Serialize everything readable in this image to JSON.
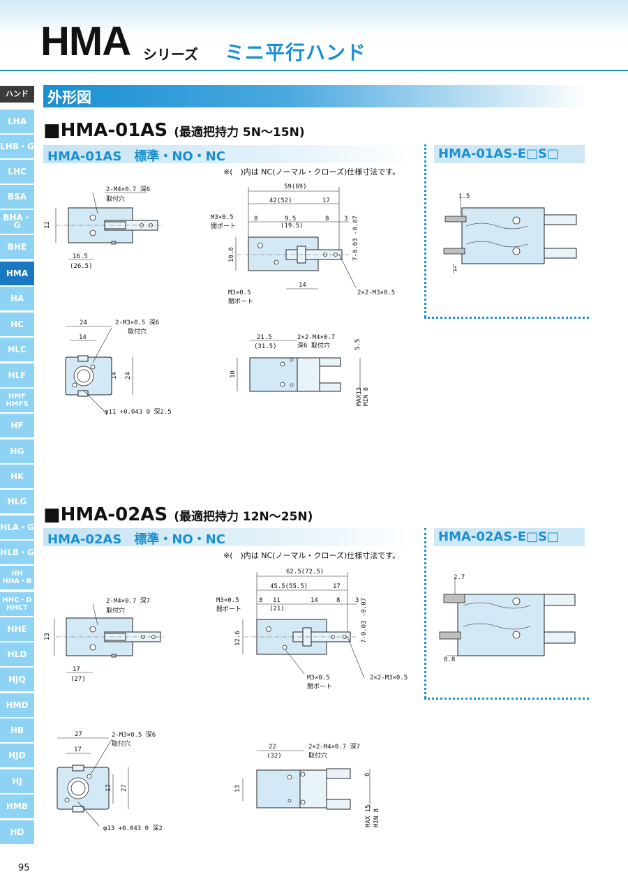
{
  "header": {
    "model": "HMA",
    "series": "シリーズ",
    "subtitle": "ミニ平行ハンド"
  },
  "sidebar": {
    "category": "ハンド",
    "items": [
      "LHA",
      "LHB・G",
      "LHC",
      "BSA",
      "BHA・G",
      "BHE",
      "HMA",
      "HA",
      "HC",
      "HLC",
      "HLF",
      "HMF HMFS",
      "HF",
      "HG",
      "HK",
      "HLG",
      "HLA・G",
      "HLB・G",
      "HH HHA・B",
      "HHC・D HHCT",
      "HHE",
      "HLD",
      "HJQ",
      "HMD",
      "HB",
      "HJD",
      "HJ",
      "HMB",
      "HD"
    ],
    "active": "HMA"
  },
  "section_title": "外形図",
  "models": [
    {
      "heading": "■HMA-01AS",
      "heading_note": "(最適把持力 5N〜15N)",
      "std_label": "HMA-01AS　標準・NO・NC",
      "opt_label": "HMA-01AS-E□S□",
      "note": "※(　)内は NC(ノーマル・クローズ)仕様寸法です。",
      "dims": {
        "top_a": "2-M4×0.7 深6",
        "top_a2": "取付穴",
        "top_h": "12",
        "top_w1": "16.5",
        "top_w2": "(26.5)",
        "side_total": "59(69)",
        "side_42": "42(52)",
        "side_17": "17",
        "side_8a": "8",
        "side_95": "9.5",
        "side_195": "(19.5)",
        "side_8b": "8",
        "side_3": "3",
        "side_h": "10.6",
        "side_14": "14",
        "side_tol": "7-0.03 -0.07",
        "port_open": "M3×0.5",
        "port_open2": "開ポート",
        "port_close": "M3×0.5",
        "port_close2": "閉ポート",
        "side_tap": "2×2-M3×0.5",
        "end_24": "24",
        "end_14": "14",
        "end_14v": "14",
        "end_24v": "24",
        "end_tap": "2-M3×0.5 深6",
        "end_tap2": "取付穴",
        "end_bore": "φ11 +0.043 0 深2.5",
        "bot_215": "21.5",
        "bot_315": "(31.5)",
        "bot_tap": "2×2-M4×0.7",
        "bot_tap2": "深6 取付穴",
        "bot_55": "5.5",
        "bot_10": "10",
        "bot_max": "MAX13",
        "bot_min": "MIN 8",
        "opt_15": "1.5",
        "opt_1": "1"
      }
    },
    {
      "heading": "■HMA-02AS",
      "heading_note": "(最適把持力 12N〜25N)",
      "std_label": "HMA-02AS　標準・NO・NC",
      "opt_label": "HMA-02AS-E□S□",
      "note": "※(　)内は NC(ノーマル・クローズ)仕様寸法です。",
      "dims": {
        "top_a": "2-M4×0.7 深7",
        "top_a2": "取付穴",
        "top_h": "13",
        "top_w1": "17",
        "top_w2": "(27)",
        "side_total": "62.5(72.5)",
        "side_42": "45.5(55.5)",
        "side_17": "17",
        "side_8a": "8",
        "side_95": "11",
        "side_195": "(21)",
        "side_14": "14",
        "side_8b": "8",
        "side_3": "3",
        "side_h": "12.6",
        "side_tol": "7-0.03 -0.07",
        "port_open": "M3×0.5",
        "port_open2": "開ポート",
        "port_close": "M3×0.5",
        "port_close2": "閉ポート",
        "side_tap": "2×2-M3×0.5",
        "end_24": "27",
        "end_14": "17",
        "end_14v": "17",
        "end_24v": "27",
        "end_tap": "2-M3×0.5 深6",
        "end_tap2": "取付穴",
        "end_bore": "φ13 +0.043 0 深2",
        "bot_215": "22",
        "bot_315": "(32)",
        "bot_tap": "2×2-M4×0.7 深7",
        "bot_tap2": "取付穴",
        "bot_55": "6",
        "bot_10": "13",
        "bot_max": "MAX 15",
        "bot_min": "MIN 8",
        "opt_15": "2.7",
        "opt_1": "0.8"
      }
    }
  ],
  "page_number": "95"
}
